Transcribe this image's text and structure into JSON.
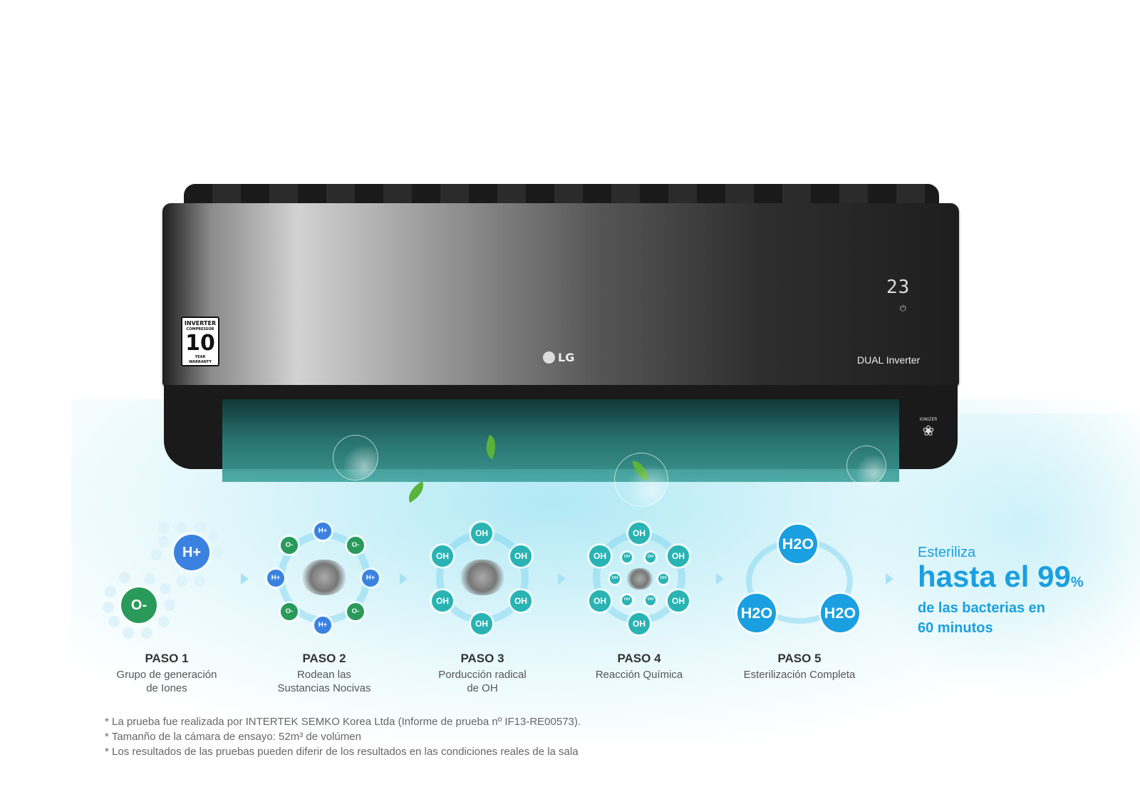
{
  "product": {
    "brand": "LG",
    "badge": {
      "line1": "INVERTER",
      "line2": "COMPRESSOR",
      "number": "10",
      "unit": "YEAR",
      "line3": "WARRANTY"
    },
    "display": "23",
    "model_label": "DUAL Inverter",
    "ionizer_label": "IONIZER"
  },
  "colors": {
    "h_plus": "#3b82e0",
    "o_minus": "#2a9a5a",
    "oh": "#2ab3b3",
    "h2o": "#1a9fe0",
    "claim": "#1a9fe0"
  },
  "steps": [
    {
      "title": "PASO 1",
      "desc": [
        "Grupo de generación",
        "de Iones"
      ],
      "molecules": [
        "H+",
        "O-"
      ]
    },
    {
      "title": "PASO 2",
      "desc": [
        "Rodean las",
        "Sustancias Nocivas"
      ],
      "molecules": [
        "H+",
        "O-",
        "O-",
        "H+",
        "H+",
        "O-",
        "O-",
        "H+"
      ]
    },
    {
      "title": "PASO 3",
      "desc": [
        "Porducción radical",
        "de OH"
      ],
      "molecules": [
        "OH",
        "OH",
        "OH",
        "OH",
        "OH",
        "OH"
      ]
    },
    {
      "title": "PASO 4",
      "desc": [
        "Reacción Química"
      ],
      "molecules": [
        "OH",
        "OH",
        "OH",
        "OH",
        "OH",
        "OH",
        "OH",
        "OH",
        "OH",
        "OH",
        "OH",
        "OH"
      ]
    },
    {
      "title": "PASO 5",
      "desc": [
        "Esterilización Completa"
      ],
      "molecules": [
        "H2O",
        "H2O",
        "H2O"
      ]
    }
  ],
  "claim": {
    "line1": "Esteriliza",
    "line2": "hasta el 99",
    "percent": "%",
    "line3": "de las bacterias en",
    "line4": "60 minutos"
  },
  "notes": [
    "* La prueba fue realizada por INTERTEK SEMKO Korea Ltda (Informe de prueba nº IF13-RE00573).",
    "* Tamanño de la cámara de ensayo: 52m³ de volúmen",
    "* Los resultados de las pruebas pueden diferir de los resultados en las condiciones reales de la sala"
  ]
}
